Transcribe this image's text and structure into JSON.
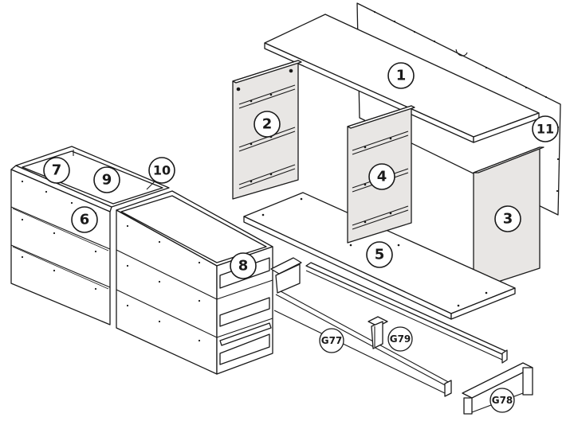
{
  "parts": {
    "p1": "1",
    "p2": "2",
    "p3": "3",
    "p4": "4",
    "p5": "5",
    "p6": "6",
    "p7": "7",
    "p8": "8",
    "p9": "9",
    "p10": "10",
    "p11": "11",
    "g77": "G77",
    "g78": "G78",
    "g79": "G79"
  }
}
